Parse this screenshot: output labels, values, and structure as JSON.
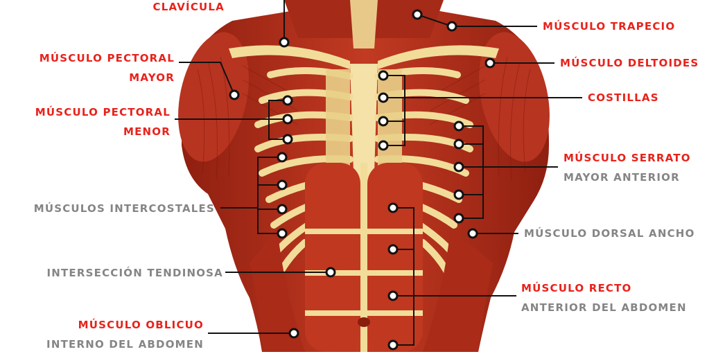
{
  "colors": {
    "primary_label": "#e8221b",
    "secondary_label": "#858585",
    "muscle": "#b8311c",
    "bone": "#f2dc9a",
    "leader_line": "#111111"
  },
  "labels": {
    "clavicula": "CLAVÍCULA",
    "pectoral_mayor": [
      "MÚSCULO PECTORAL",
      "MAYOR"
    ],
    "pectoral_menor": [
      "MÚSCULO PECTORAL",
      "MENOR"
    ],
    "intercostales": "MÚSCULOS INTERCOSTALES",
    "interseccion": "INTERSECCIÓN TENDINOSA",
    "oblicuo": [
      "MÚSCULO OBLICUO",
      "INTERNO DEL ABDOMEN"
    ],
    "trapecio": "MÚSCULO TRAPECIO",
    "deltoides": "MÚSCULO DELTOIDES",
    "costillas": "COSTILLAS",
    "serrato": [
      "MÚSCULO SERRATO",
      "MAYOR ANTERIOR"
    ],
    "dorsal": "MÚSCULO DORSAL ANCHO",
    "recto": [
      "MÚSCULO RECTO",
      "ANTERIOR DEL ABDOMEN"
    ]
  }
}
